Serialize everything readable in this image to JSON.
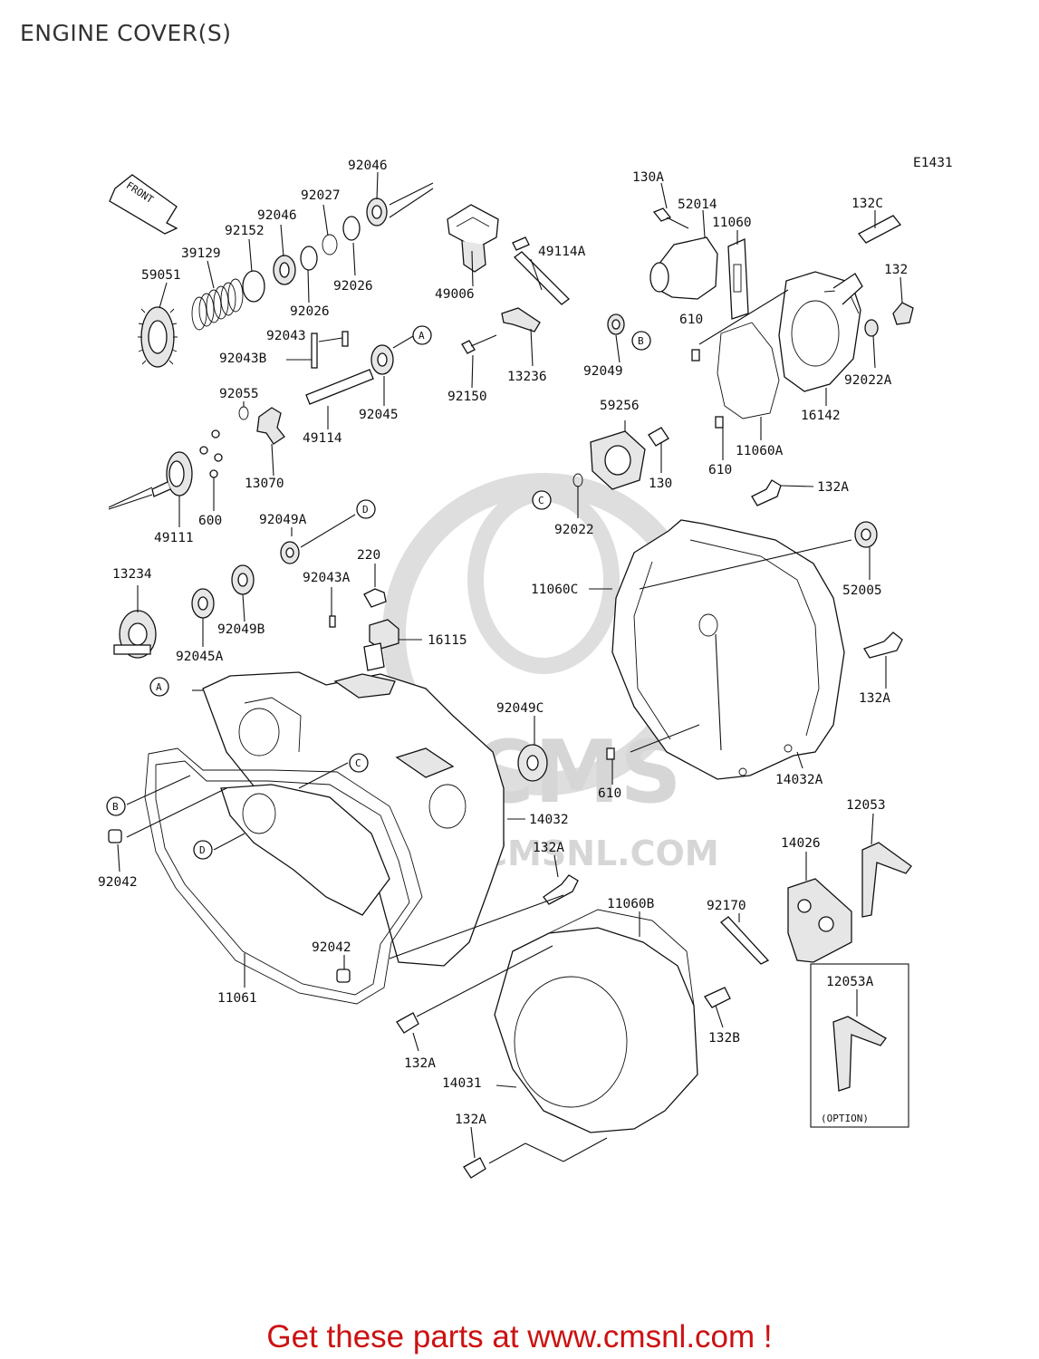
{
  "title": "ENGINE COVER(S)",
  "diagram_code": "E1431",
  "front_label": "FRONT",
  "option_label": "(OPTION)",
  "footer": "Get these parts at www.cmsnl.com !",
  "watermark": "WWW.CMSNL.COM",
  "watermark_logo": "CMS",
  "parts": [
    {
      "id": "p92046a",
      "label": "92046"
    },
    {
      "id": "p92027",
      "label": "92027"
    },
    {
      "id": "p92046b",
      "label": "92046"
    },
    {
      "id": "p92152",
      "label": "92152"
    },
    {
      "id": "p39129",
      "label": "39129"
    },
    {
      "id": "p59051",
      "label": "59051"
    },
    {
      "id": "p92026a",
      "label": "92026"
    },
    {
      "id": "p92026b",
      "label": "92026"
    },
    {
      "id": "p49006",
      "label": "49006"
    },
    {
      "id": "p49114a",
      "label": "49114A"
    },
    {
      "id": "p92043",
      "label": "92043"
    },
    {
      "id": "p92043b",
      "label": "92043B"
    },
    {
      "id": "p92055",
      "label": "92055"
    },
    {
      "id": "p92045",
      "label": "92045"
    },
    {
      "id": "p49114",
      "label": "49114"
    },
    {
      "id": "p13070",
      "label": "13070"
    },
    {
      "id": "p92150",
      "label": "92150"
    },
    {
      "id": "p13236",
      "label": "13236"
    },
    {
      "id": "p92049",
      "label": "92049"
    },
    {
      "id": "p49111",
      "label": "49111"
    },
    {
      "id": "p600",
      "label": "600"
    },
    {
      "id": "p92049a",
      "label": "92049A"
    },
    {
      "id": "p13234",
      "label": "13234"
    },
    {
      "id": "p220",
      "label": "220"
    },
    {
      "id": "p92043a",
      "label": "92043A"
    },
    {
      "id": "p92049b",
      "label": "92049B"
    },
    {
      "id": "p92045a",
      "label": "92045A"
    },
    {
      "id": "p16115",
      "label": "16115"
    },
    {
      "id": "p130a",
      "label": "130A"
    },
    {
      "id": "p52014",
      "label": "52014"
    },
    {
      "id": "p11060",
      "label": "11060"
    },
    {
      "id": "p132c",
      "label": "132C"
    },
    {
      "id": "p132",
      "label": "132"
    },
    {
      "id": "p610a",
      "label": "610"
    },
    {
      "id": "p92022a",
      "label": "92022A"
    },
    {
      "id": "p16142",
      "label": "16142"
    },
    {
      "id": "p11060a",
      "label": "11060A"
    },
    {
      "id": "p610b",
      "label": "610"
    },
    {
      "id": "p59256",
      "label": "59256"
    },
    {
      "id": "p130",
      "label": "130"
    },
    {
      "id": "p92022",
      "label": "92022"
    },
    {
      "id": "p132a1",
      "label": "132A"
    },
    {
      "id": "p52005",
      "label": "52005"
    },
    {
      "id": "p11060c",
      "label": "11060C"
    },
    {
      "id": "p132a2",
      "label": "132A"
    },
    {
      "id": "p92049c",
      "label": "92049C"
    },
    {
      "id": "p610c",
      "label": "610"
    },
    {
      "id": "p14032a",
      "label": "14032A"
    },
    {
      "id": "p14032",
      "label": "14032"
    },
    {
      "id": "p12053",
      "label": "12053"
    },
    {
      "id": "p14026",
      "label": "14026"
    },
    {
      "id": "p92042a",
      "label": "92042"
    },
    {
      "id": "p132a3",
      "label": "132A"
    },
    {
      "id": "p11060b",
      "label": "11060B"
    },
    {
      "id": "p92170",
      "label": "92170"
    },
    {
      "id": "p92042b",
      "label": "92042"
    },
    {
      "id": "p11061",
      "label": "11061"
    },
    {
      "id": "p12053a",
      "label": "12053A"
    },
    {
      "id": "p132b",
      "label": "132B"
    },
    {
      "id": "p132a4",
      "label": "132A"
    },
    {
      "id": "p14031",
      "label": "14031"
    },
    {
      "id": "p132a5",
      "label": "132A"
    }
  ],
  "refs": [
    {
      "id": "refA1",
      "label": "A"
    },
    {
      "id": "refB1",
      "label": "B"
    },
    {
      "id": "refC1",
      "label": "C"
    },
    {
      "id": "refD1",
      "label": "D"
    },
    {
      "id": "refA2",
      "label": "A"
    },
    {
      "id": "refC2",
      "label": "C"
    },
    {
      "id": "refB2",
      "label": "B"
    },
    {
      "id": "refD2",
      "label": "D"
    }
  ]
}
